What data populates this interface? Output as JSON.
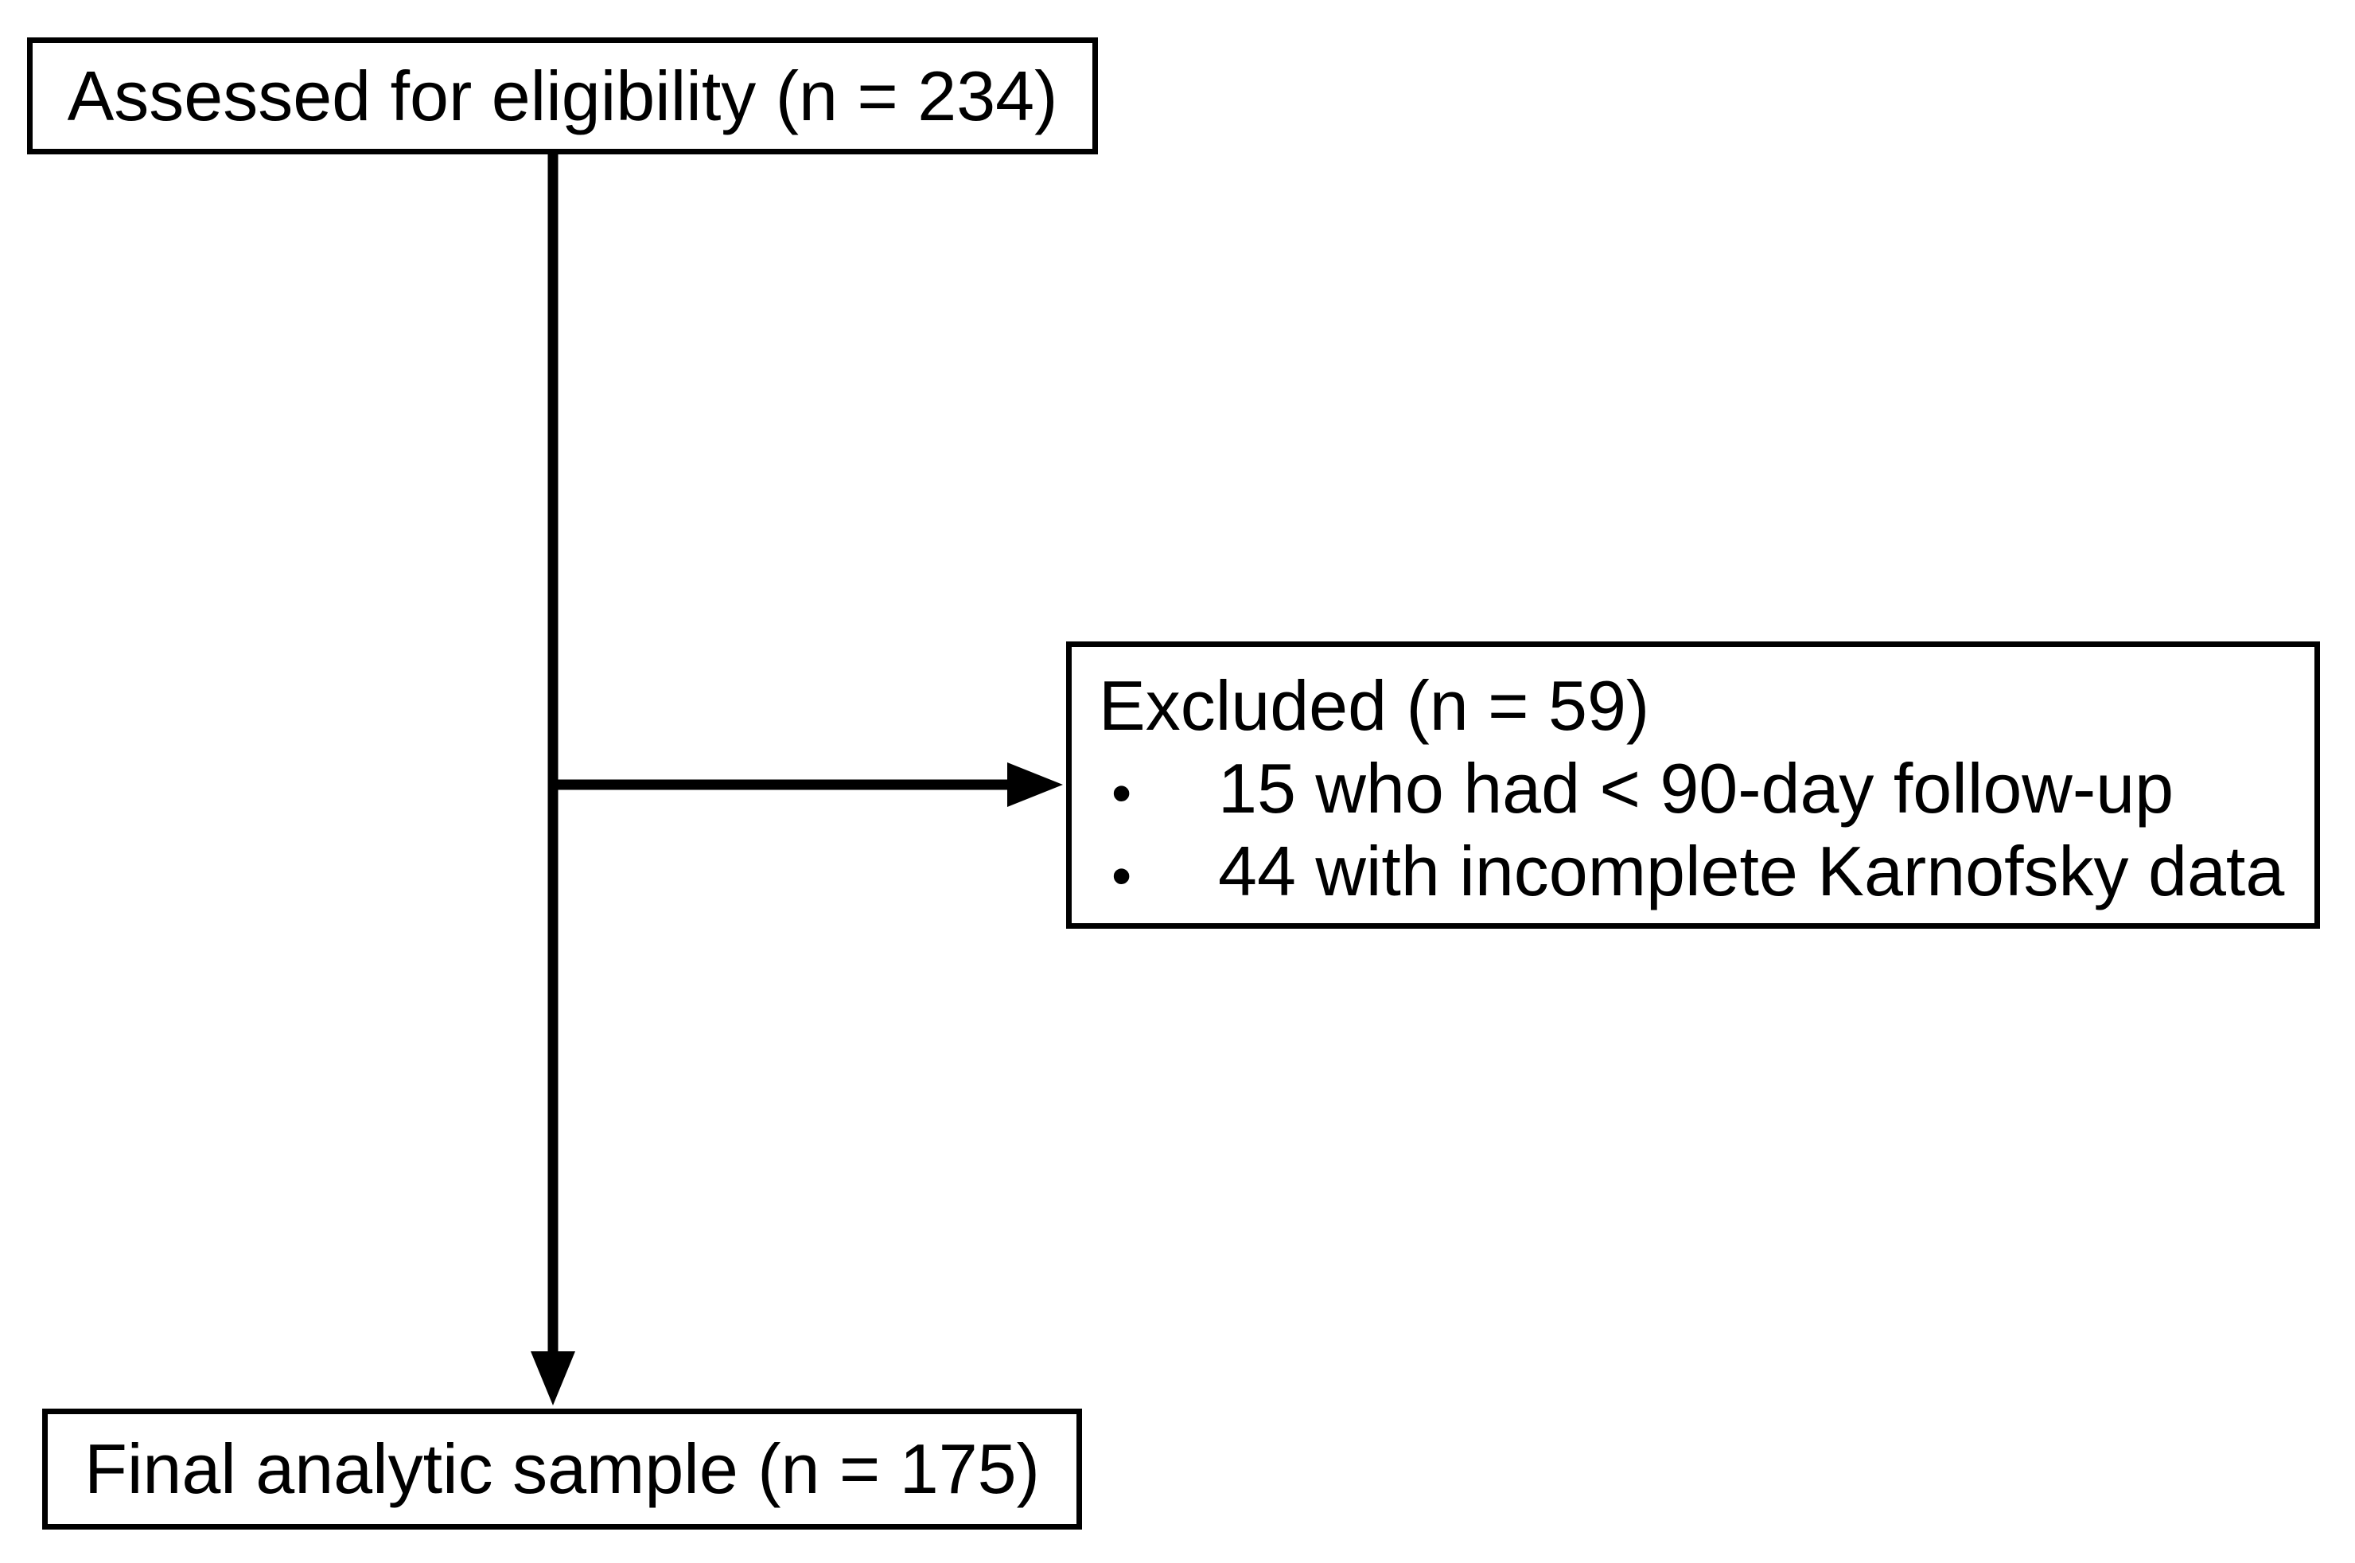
{
  "diagram": {
    "kind": "participant-flow",
    "bullet_char": "•",
    "colors": {
      "ink": "#000000",
      "background": "#ffffff"
    },
    "boxes": {
      "assessed": {
        "label": "Assessed for eligibility (n = 234)"
      },
      "excluded": {
        "title": "Excluded (n = 59)",
        "items": [
          "15 who had < 90-day follow-up",
          "44 with incomplete Karnofsky data"
        ]
      },
      "final": {
        "label": "Final analytic sample (n = 175)"
      }
    }
  }
}
